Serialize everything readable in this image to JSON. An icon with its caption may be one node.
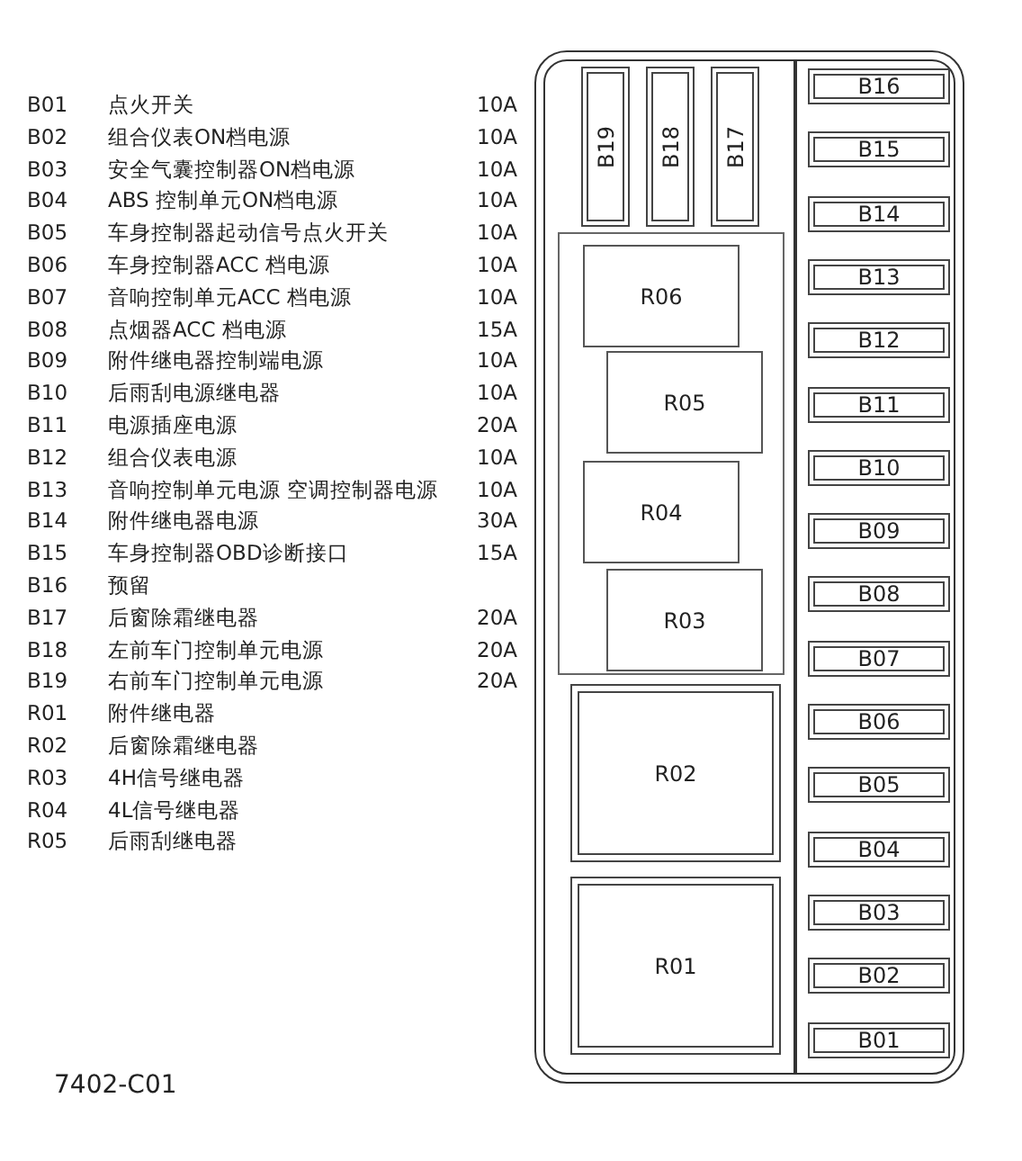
{
  "diagram": {
    "caption": "7402-C01",
    "nodes": [
      {
        "text": [],
        "shape": "box"
      },
      {
        "text": [
          "B19"
        ],
        "in": 0
      },
      {
        "text": [
          "B18"
        ],
        "in": 0
      },
      {
        "text": [
          "B17"
        ],
        "in": 0
      },
      {
        "text": [
          "B16"
        ],
        "in": 0
      },
      {
        "text": [
          "B15"
        ],
        "in": 0
      },
      {
        "text": [
          "B14"
        ],
        "in": 0
      },
      {
        "text": [
          "B13"
        ],
        "in": 0
      },
      {
        "text": [
          "B12"
        ],
        "in": 0
      },
      {
        "text": [
          "B11"
        ],
        "in": 0
      },
      {
        "text": [
          "B10"
        ],
        "in": 0
      },
      {
        "text": [
          "B09"
        ],
        "in": 0
      },
      {
        "text": [
          "B08"
        ],
        "in": 0
      },
      {
        "text": [
          "B07"
        ],
        "in": 0
      },
      {
        "text": [
          "B06"
        ],
        "in": 0
      },
      {
        "text": [
          "B05"
        ],
        "in": 0
      },
      {
        "text": [
          "B04"
        ],
        "in": 0
      },
      {
        "text": [
          "B03"
        ],
        "in": 0
      },
      {
        "text": [
          "B02"
        ],
        "in": 0
      },
      {
        "text": [
          "B01"
        ],
        "in": 0
      },
      {
        "text": [],
        "shape": "box",
        "in": 0
      },
      {
        "text": [
          "R06"
        ],
        "in": 20
      },
      {
        "text": [
          "R05"
        ],
        "in": 20
      },
      {
        "text": [
          "R04"
        ],
        "in": 20
      },
      {
        "text": [
          "R03"
        ],
        "in": 20
      },
      {
        "text": [
          "R02"
        ],
        "in": 0
      },
      {
        "text": [
          "R01"
        ],
        "in": 0
      }
    ],
    "labels": [
      "B01",
      "点火开关",
      "10A",
      "B02",
      "组合仪表ON档电源",
      "10A",
      "B03",
      "安全气囊控制器ON档电源",
      "10A",
      "B04",
      "ABS 控制单元ON档电源",
      "10A",
      "B05",
      "车身控制器起动信号点火开关",
      "10A",
      "B06",
      "车身控制器ACC 档电源",
      "10A",
      "B07",
      "音响控制单元ACC 档电源",
      "10A",
      "B08",
      "点烟器ACC 档电源",
      "15A",
      "B09",
      "附件继电器控制端电源",
      "10A",
      "B10",
      "后雨刮电源继电器",
      "10A",
      "B11",
      "电源插座电源",
      "20A",
      "B12",
      "组合仪表电源",
      "10A",
      "B13",
      "音响控制单元电源 空调控制器电源",
      "10A",
      "B14",
      "附件继电器电源",
      "30A",
      "B15",
      "车身控制器OBD诊断接口",
      "15A",
      "B16",
      "预留",
      "B17",
      "后窗除霜继电器",
      "20A",
      "B18",
      "左前车门控制单元电源",
      "20A",
      "B19",
      "右前车门控制单元电源",
      "20A",
      "R01",
      "附件继电器",
      "R02",
      "后窗除霜继电器",
      "R03",
      "4H信号继电器",
      "R04",
      "4L信号继电器",
      "R05",
      "后雨刮继电器"
    ]
  }
}
